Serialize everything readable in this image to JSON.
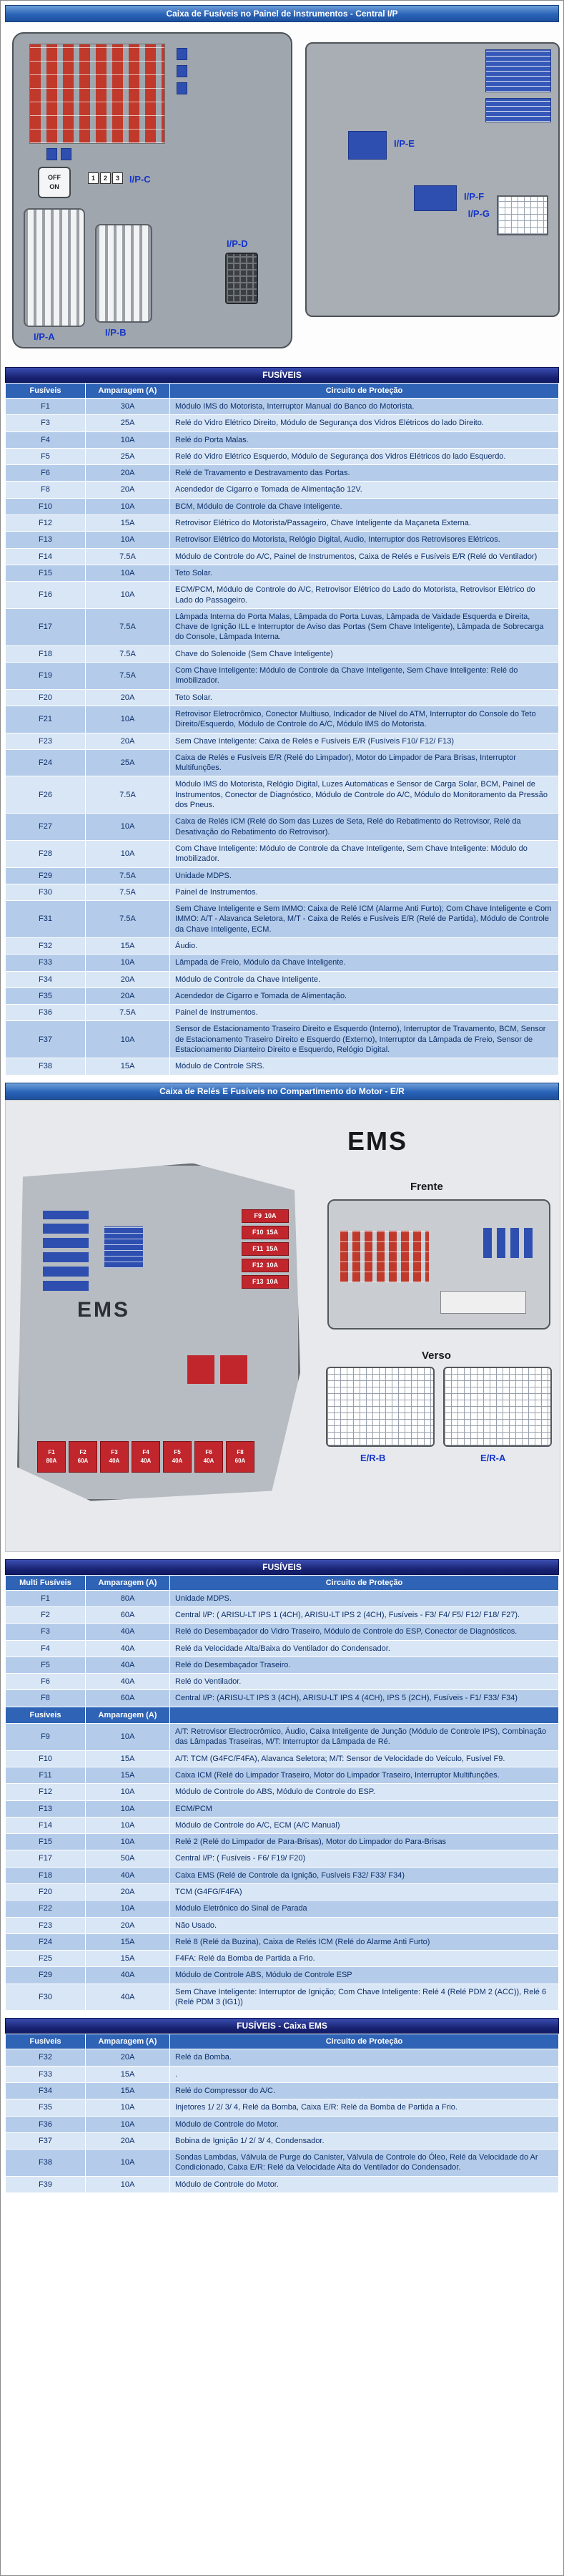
{
  "page": {
    "section1_title": "Caixa de Fusíveis no Painel de Instrumentos - Central I/P",
    "section2_title": "Caixa de Relés E Fusíveis no Compartimento do Motor - E/R",
    "fusiveis_band1": "FUSÍVEIS",
    "fusiveis_band2": "FUSÍVEIS",
    "fusiveis_ems_band": "FUSÍVEIS - Caixa EMS"
  },
  "diagram_ip": {
    "labels": {
      "a": "I/P-A",
      "b": "I/P-B",
      "c": "I/P-C",
      "d": "I/P-D",
      "e": "I/P-E",
      "f": "I/P-F",
      "g": "I/P-G"
    },
    "switch_top": "OFF",
    "switch_bottom": "ON",
    "pins": [
      "1",
      "2",
      "3"
    ]
  },
  "diagram_er": {
    "ems_title": "EMS",
    "ems_box": "EMS",
    "front_label": "Frente",
    "back_label": "Verso",
    "connector_left": "E/R-B",
    "connector_right": "E/R-A",
    "stack_fuses": [
      {
        "f": "F9",
        "a": "10A"
      },
      {
        "f": "F10",
        "a": "15A"
      },
      {
        "f": "F11",
        "a": "15A"
      },
      {
        "f": "F12",
        "a": "10A"
      },
      {
        "f": "F13",
        "a": "10A"
      }
    ],
    "multi_fuses": [
      {
        "f": "F1",
        "a": "80A"
      },
      {
        "f": "F2",
        "a": "60A"
      },
      {
        "f": "F3",
        "a": "40A"
      },
      {
        "f": "F4",
        "a": "40A"
      },
      {
        "f": "F5",
        "a": "40A"
      },
      {
        "f": "F6",
        "a": "40A"
      },
      {
        "f": "F8",
        "a": "60A"
      }
    ]
  },
  "ip_table": {
    "columns": [
      "Fusíveis",
      "Amparagem (A)",
      "Circuito de Proteção"
    ],
    "rows": [
      {
        "f": "F1",
        "a": "30A",
        "c": "Módulo IMS do Motorista, Interruptor Manual do Banco do Motorista."
      },
      {
        "f": "F3",
        "a": "25A",
        "c": "Relé do Vidro Elétrico Direito, Módulo de Segurança dos Vidros Elétricos do lado Direito."
      },
      {
        "f": "F4",
        "a": "10A",
        "c": "Relé do Porta Malas."
      },
      {
        "f": "F5",
        "a": "25A",
        "c": "Relé do Vidro Elétrico Esquerdo, Módulo de Segurança dos Vidros Elétricos do lado Esquerdo."
      },
      {
        "f": "F6",
        "a": "20A",
        "c": "Relé de Travamento e Destravamento das Portas."
      },
      {
        "f": "F8",
        "a": "20A",
        "c": "Acendedor de Cigarro e Tomada de Alimentação 12V."
      },
      {
        "f": "F10",
        "a": "10A",
        "c": "BCM, Módulo de Controle da Chave Inteligente."
      },
      {
        "f": "F12",
        "a": "15A",
        "c": "Retrovisor Elétrico do Motorista/Passageiro, Chave Inteligente da Maçaneta Externa."
      },
      {
        "f": "F13",
        "a": "10A",
        "c": "Retrovisor Elétrico do Motorista, Relógio Digital, Audio, Interruptor dos Retrovisores Elétricos."
      },
      {
        "f": "F14",
        "a": "7.5A",
        "c": "Módulo de Controle do A/C, Painel de Instrumentos, Caixa de Relés e Fusíveis E/R (Relé do Ventilador)"
      },
      {
        "f": "F15",
        "a": "10A",
        "c": "Teto Solar."
      },
      {
        "f": "F16",
        "a": "10A",
        "c": "ECM/PCM, Módulo de Controle do A/C, Retrovisor Elétrico do Lado do Motorista, Retrovisor Elétrico do Lado do Passageiro."
      },
      {
        "f": "F17",
        "a": "7.5A",
        "c": "Lâmpada Interna do Porta Malas, Lâmpada do Porta Luvas, Lâmpada de Vaidade Esquerda e Direita, Chave de Ignição ILL e Interruptor de Aviso das Portas (Sem Chave Inteligente), Lâmpada de Sobrecarga do Console, Lâmpada Interna."
      },
      {
        "f": "F18",
        "a": "7.5A",
        "c": "Chave do Solenoide (Sem Chave Inteligente)"
      },
      {
        "f": "F19",
        "a": "7.5A",
        "c": "Com Chave Inteligente: Módulo de Controle da Chave Inteligente, Sem Chave Inteligente: Relé do Imobilizador."
      },
      {
        "f": "F20",
        "a": "20A",
        "c": "Teto Solar."
      },
      {
        "f": "F21",
        "a": "10A",
        "c": "Retrovisor Eletrocrômico, Conector Multiuso, Indicador de Nível do ATM, Interruptor do Console do Teto Direito/Esquerdo, Módulo de Controle do A/C, Módulo IMS do Motorista."
      },
      {
        "f": "F23",
        "a": "20A",
        "c": "Sem Chave Inteligente: Caixa de Relés e Fusíveis E/R (Fusíveis F10/ F12/ F13)"
      },
      {
        "f": "F24",
        "a": "25A",
        "c": "Caixa de Relés e Fusíveis E/R (Relé do Limpador), Motor do Limpador de Para Brisas, Interruptor Multifunções."
      },
      {
        "f": "F26",
        "a": "7.5A",
        "c": "Módulo IMS do Motorista, Relógio Digital, Luzes Automáticas e Sensor de Carga Solar, BCM, Painel de Instrumentos, Conector de Diagnóstico, Módulo de Controle do A/C, Módulo do Monitoramento da Pressão dos Pneus."
      },
      {
        "f": "F27",
        "a": "10A",
        "c": "Caixa de Relés ICM (Relé do Som das Luzes de Seta, Relé do Rebatimento do Retrovisor, Relé da Desativação do Rebatimento do Retrovisor)."
      },
      {
        "f": "F28",
        "a": "10A",
        "c": "Com Chave Inteligente: Módulo de Controle da Chave Inteligente, Sem Chave Inteligente: Módulo do Imobilizador."
      },
      {
        "f": "F29",
        "a": "7.5A",
        "c": "Unidade MDPS."
      },
      {
        "f": "F30",
        "a": "7.5A",
        "c": "Painel de Instrumentos."
      },
      {
        "f": "F31",
        "a": "7.5A",
        "c": "Sem Chave Inteligente e Sem IMMO: Caixa de Relé ICM (Alarme Anti Furto); Com Chave Inteligente e Com IMMO: A/T - Alavanca Seletora, M/T - Caixa de Relés e Fusíveis E/R (Relé de Partida), Módulo de Controle da Chave Inteligente, ECM."
      },
      {
        "f": "F32",
        "a": "15A",
        "c": "Áudio."
      },
      {
        "f": "F33",
        "a": "10A",
        "c": "Lâmpada de Freio, Módulo da Chave Inteligente."
      },
      {
        "f": "F34",
        "a": "20A",
        "c": "Módulo de Controle da Chave Inteligente."
      },
      {
        "f": "F35",
        "a": "20A",
        "c": "Acendedor de Cigarro e Tomada de Alimentação."
      },
      {
        "f": "F36",
        "a": "7.5A",
        "c": "Painel de Instrumentos."
      },
      {
        "f": "F37",
        "a": "10A",
        "c": "Sensor de Estacionamento Traseiro Direito e Esquerdo (Interno), Interruptor de Travamento, BCM, Sensor de Estacionamento Traseiro Direito e Esquerdo (Externo), Interruptor da Lâmpada de Freio, Sensor de Estacionamento Dianteiro Direito e Esquerdo, Relógio Digital."
      },
      {
        "f": "F38",
        "a": "15A",
        "c": "Módulo de Controle SRS."
      }
    ]
  },
  "er_table": {
    "columns": [
      "Multi Fusíveis",
      "Amparagem (A)",
      "Circuito de Proteção"
    ],
    "sub_columns": [
      "Fusíveis",
      "Amparagem (A)",
      ""
    ],
    "multi_rows": [
      {
        "f": "F1",
        "a": "80A",
        "c": "Unidade MDPS."
      },
      {
        "f": "F2",
        "a": "60A",
        "c": "Central I/P: ( ARISU-LT IPS 1 (4CH), ARISU-LT IPS 2 (4CH), Fusíveis - F3/ F4/ F5/ F12/ F18/ F27)."
      },
      {
        "f": "F3",
        "a": "40A",
        "c": "Relé do Desembaçador do Vidro Traseiro, Módulo de Controle do ESP, Conector de Diagnósticos."
      },
      {
        "f": "F4",
        "a": "40A",
        "c": "Relé da Velocidade Alta/Baixa do Ventilador do Condensador."
      },
      {
        "f": "F5",
        "a": "40A",
        "c": "Relé do Desembaçador Traseiro."
      },
      {
        "f": "F6",
        "a": "40A",
        "c": "Relé do Ventilador."
      },
      {
        "f": "F8",
        "a": "60A",
        "c": "Central I/P: (ARISU-LT IPS 3 (4CH), ARISU-LT IPS 4 (4CH), IPS 5 (2CH), Fusíveis - F1/ F33/ F34)"
      }
    ],
    "rows": [
      {
        "f": "F9",
        "a": "10A",
        "c": "A/T: Retrovisor Electrocrômico, Áudio, Caixa Inteligente de Junção (Módulo de Controle IPS), Combinação das Lâmpadas Traseiras, M/T: Interruptor da Lâmpada de Ré."
      },
      {
        "f": "F10",
        "a": "15A",
        "c": "A/T: TCM (G4FC/F4FA), Alavanca Seletora; M/T: Sensor de Velocidade do Veículo, Fusível F9."
      },
      {
        "f": "F11",
        "a": "15A",
        "c": "Caixa ICM (Relé do Limpador Traseiro, Motor do Limpador Traseiro, Interruptor Multifunções."
      },
      {
        "f": "F12",
        "a": "10A",
        "c": "Módulo de Controle do ABS, Módulo de Controle do ESP."
      },
      {
        "f": "F13",
        "a": "10A",
        "c": "ECM/PCM"
      },
      {
        "f": "F14",
        "a": "10A",
        "c": "Módulo de Controle do A/C, ECM (A/C Manual)"
      },
      {
        "f": "F15",
        "a": "10A",
        "c": "Relé 2 (Relé do Limpador de Para-Brisas), Motor do Limpador do Para-Brisas"
      },
      {
        "f": "F17",
        "a": "50A",
        "c": "Central I/P: ( Fusíveis - F6/ F19/ F20)"
      },
      {
        "f": "F18",
        "a": "40A",
        "c": "Caixa EMS (Relé de Controle da Ignição, Fusíveis F32/ F33/ F34)"
      },
      {
        "f": "F20",
        "a": "20A",
        "c": "TCM (G4FG/F4FA)"
      },
      {
        "f": "F22",
        "a": "10A",
        "c": "Módulo Eletrônico do Sinal de Parada"
      },
      {
        "f": "F23",
        "a": "20A",
        "c": "Não Usado."
      },
      {
        "f": "F24",
        "a": "15A",
        "c": "Relé 8 (Relé da Buzina), Caixa de Relés ICM (Relé do Alarme Anti Furto)"
      },
      {
        "f": "F25",
        "a": "15A",
        "c": "F4FA: Relé da Bomba de Partida a Frio."
      },
      {
        "f": "F29",
        "a": "40A",
        "c": "Módulo de Controle ABS, Módulo de Controle ESP"
      },
      {
        "f": "F30",
        "a": "40A",
        "c": "Sem Chave Inteligente: Interruptor de Ignição; Com Chave Inteligente: Relé 4 (Relé PDM 2 (ACC)), Relé 6 (Relé PDM 3 (IG1))"
      }
    ]
  },
  "ems_table": {
    "columns": [
      "Fusíveis",
      "Amparagem (A)",
      "Circuito de Proteção"
    ],
    "rows": [
      {
        "f": "F32",
        "a": "20A",
        "c": "Relé da Bomba."
      },
      {
        "f": "F33",
        "a": "15A",
        "c": "."
      },
      {
        "f": "F34",
        "a": "15A",
        "c": "Relé do Compressor do A/C."
      },
      {
        "f": "F35",
        "a": "10A",
        "c": "Injetores 1/ 2/ 3/ 4, Relé da Bomba, Caixa E/R: Relé da Bomba de Partida a Frio."
      },
      {
        "f": "F36",
        "a": "10A",
        "c": "Módulo de Controle do Motor."
      },
      {
        "f": "F37",
        "a": "20A",
        "c": "Bobina de Ignição 1/ 2/ 3/ 4, Condensador."
      },
      {
        "f": "F38",
        "a": "10A",
        "c": "Sondas Lambdas, Válvula de Purge do Canister, Válvula de Controle do Óleo, Relé da Velocidade do Ar Condicionado, Caixa E/R: Relé da Velocidade Alta do Ventilador do Condensador."
      },
      {
        "f": "F39",
        "a": "10A",
        "c": "Módulo de Controle do Motor."
      }
    ]
  }
}
